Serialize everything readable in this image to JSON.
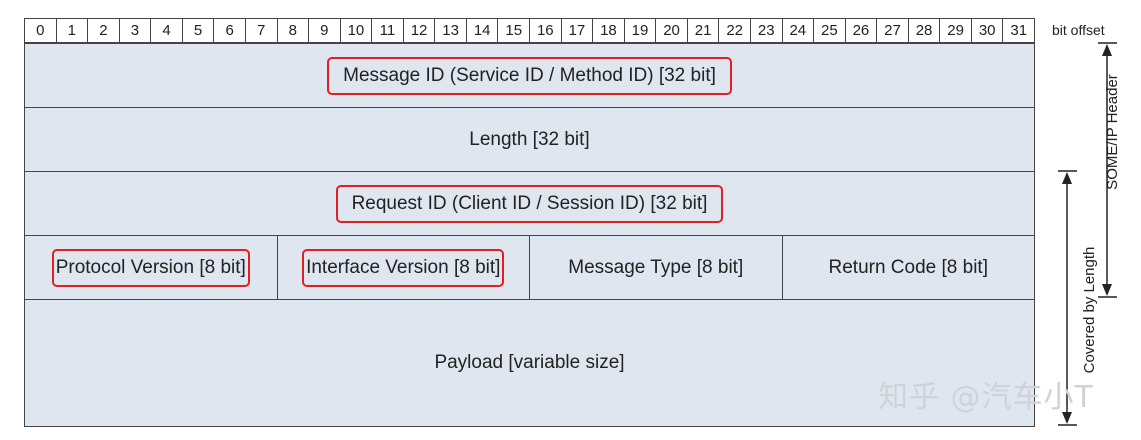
{
  "bit_offsets": [
    "0",
    "1",
    "2",
    "3",
    "4",
    "5",
    "6",
    "7",
    "8",
    "9",
    "10",
    "11",
    "12",
    "13",
    "14",
    "15",
    "16",
    "17",
    "18",
    "19",
    "20",
    "21",
    "22",
    "23",
    "24",
    "25",
    "26",
    "27",
    "28",
    "29",
    "30",
    "31"
  ],
  "bit_offset_label": "bit offset",
  "rows": {
    "message_id": "Message ID (Service ID / Method ID) [32 bit]",
    "length": "Length [32 bit]",
    "request_id": "Request ID (Client ID / Session ID) [32 bit]",
    "protocol_version": "Protocol Version [8 bit]",
    "interface_version": "Interface Version [8 bit]",
    "message_type": "Message Type [8 bit]",
    "return_code": "Return Code [8 bit]",
    "payload": "Payload [variable size]"
  },
  "annotations": {
    "header": "SOME/IP Header",
    "covered_by_length": "Covered by Length"
  },
  "watermark": "知乎 @汽车小T",
  "colors": {
    "cell_fill": "#dfe6f0",
    "highlight": "#e02020",
    "border": "#444444"
  }
}
